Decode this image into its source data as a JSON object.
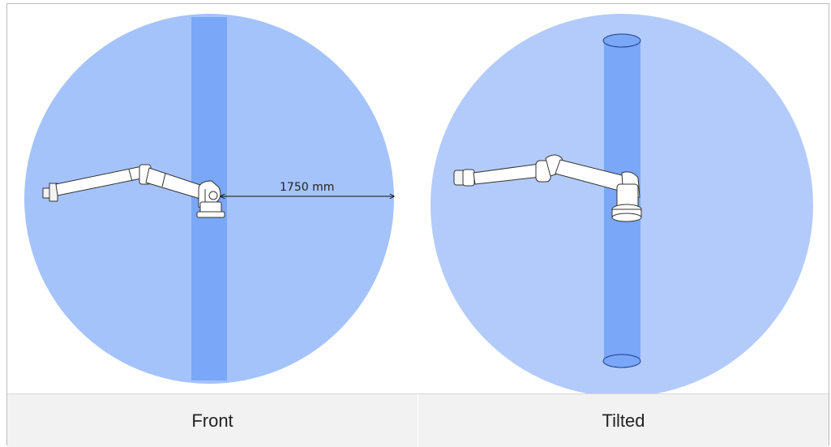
{
  "figures": {
    "front": {
      "caption": "Front",
      "reach_label": "1750 mm"
    },
    "tilted": {
      "caption": "Tilted"
    }
  },
  "colors": {
    "reach_sphere_front": "#a5c3fb",
    "reach_sphere_tilted": "#b3cbfb",
    "column": "#7aa7f7",
    "caption_bg": "#f2f2f2"
  }
}
